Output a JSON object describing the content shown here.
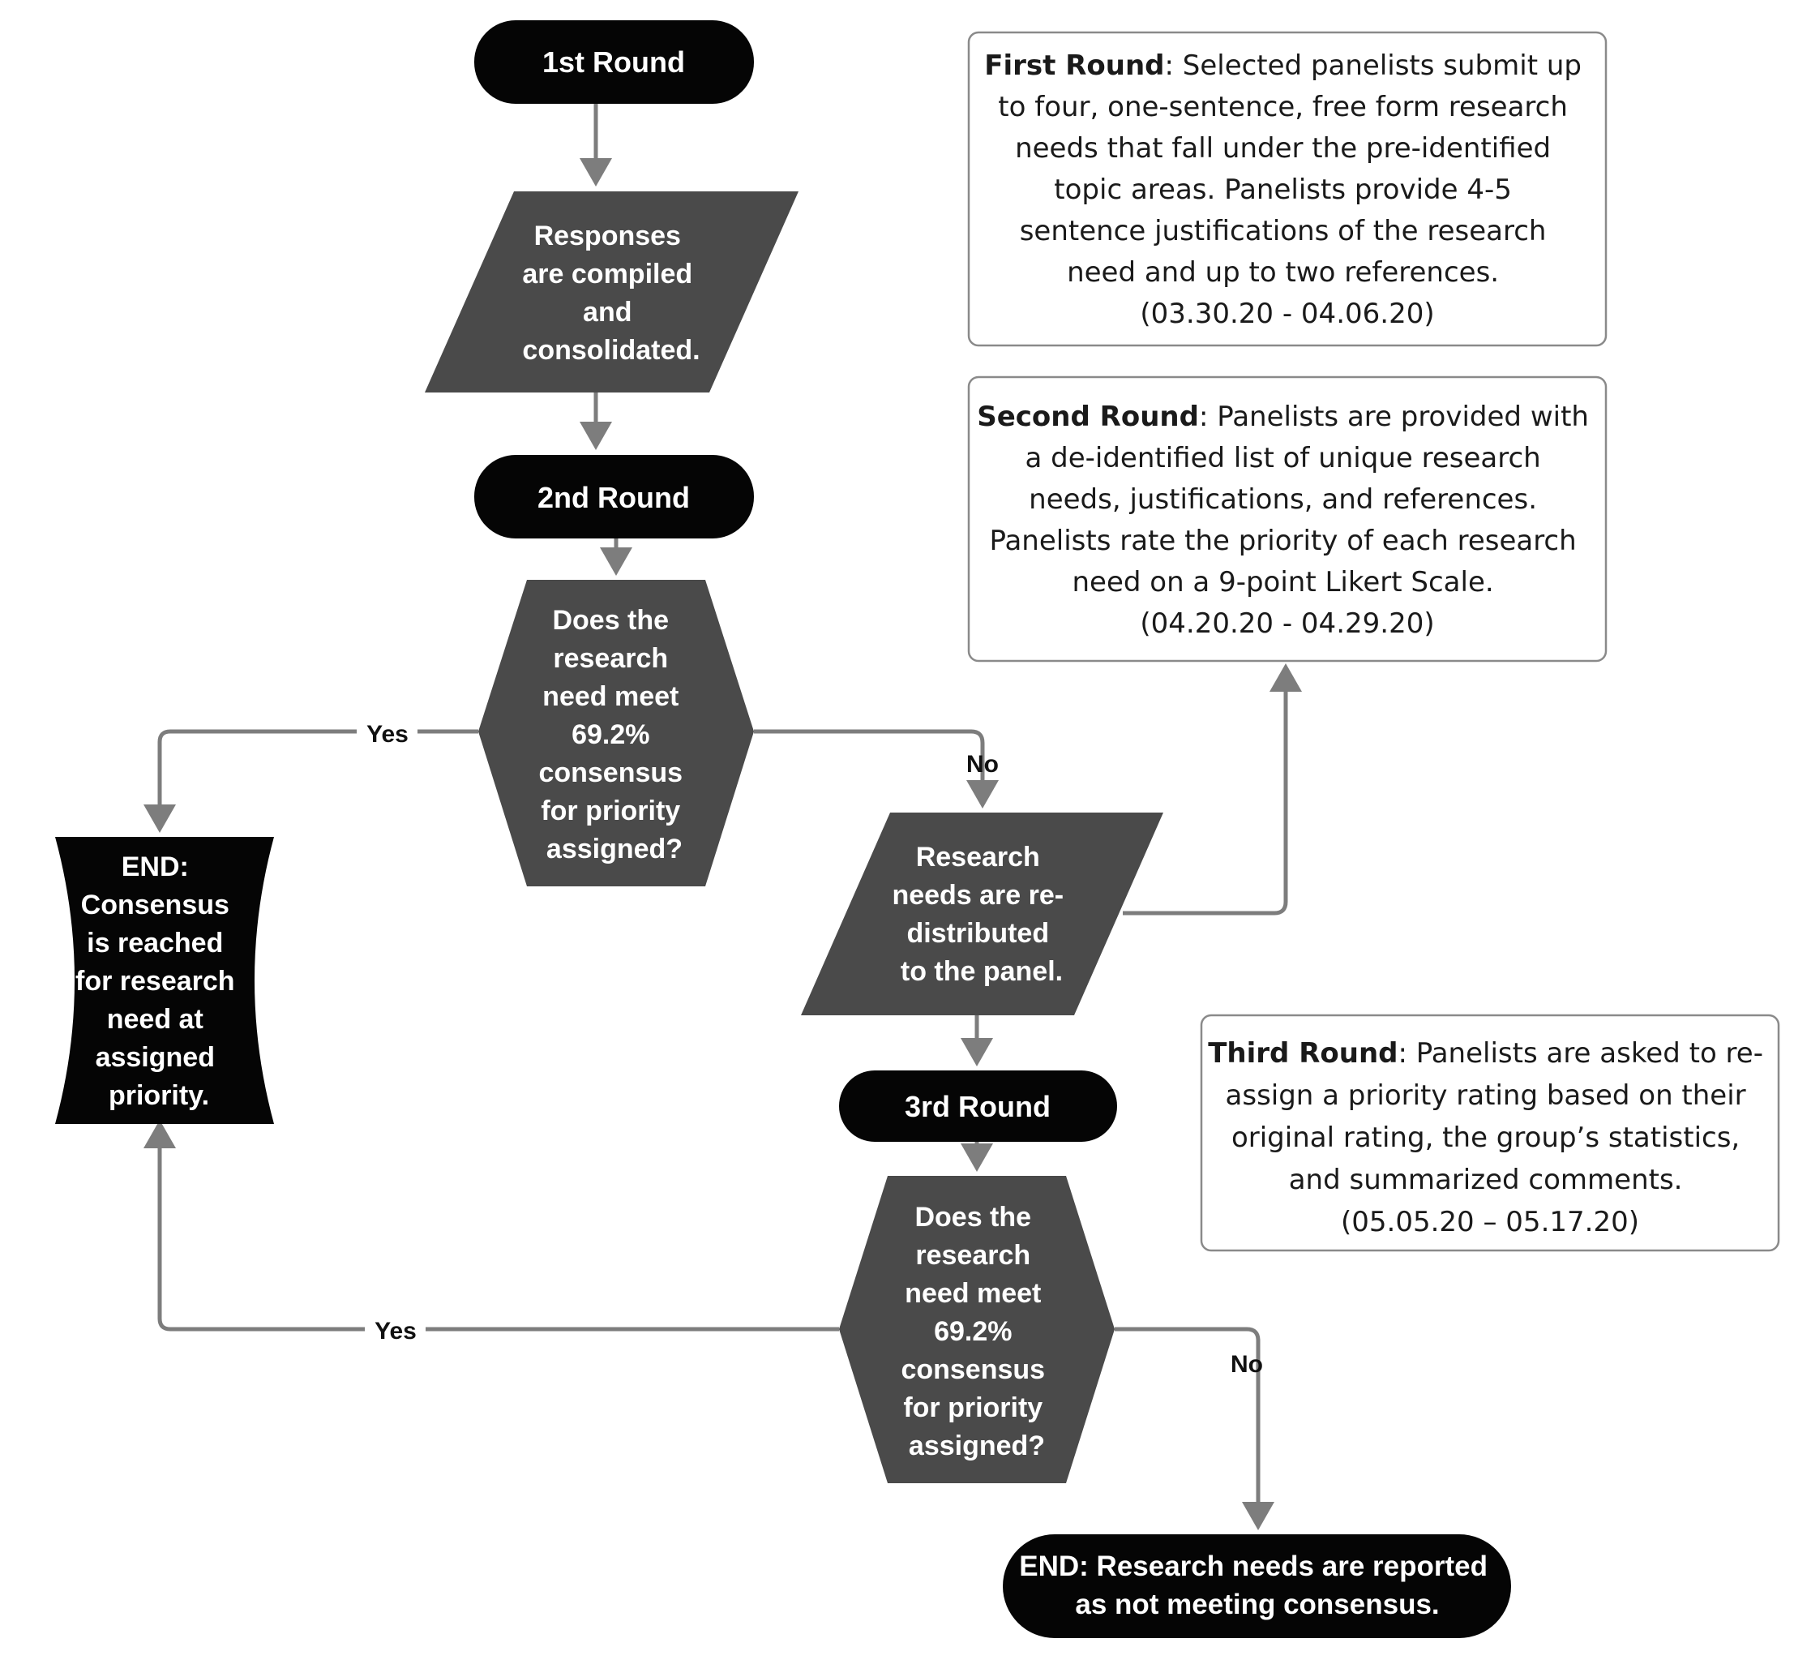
{
  "nodes": {
    "round1": {
      "text": "1st Round"
    },
    "compile": {
      "lines": [
        "Responses",
        "are compiled",
        "and",
        "consolidated."
      ]
    },
    "round2": {
      "text": "2nd Round"
    },
    "decision1": {
      "lines": [
        "Does the",
        "research",
        "need meet",
        "69.2%",
        "consensus",
        "for priority",
        "assigned?"
      ]
    },
    "end_consensus": {
      "lines": [
        "END:",
        "Consensus",
        "is reached",
        "for research",
        "need at",
        "assigned",
        "priority."
      ]
    },
    "redistribute": {
      "lines": [
        "Research",
        "needs are re-",
        "distributed",
        "to the panel."
      ]
    },
    "round3": {
      "text": "3rd Round"
    },
    "decision2": {
      "lines": [
        "Does the",
        "research",
        "need meet",
        "69.2%",
        "consensus",
        "for priority",
        "assigned?"
      ]
    },
    "end_no_consensus": {
      "lines": [
        "END: Research needs are reported",
        "as not meeting consensus."
      ]
    }
  },
  "edge_labels": {
    "d1_yes": "Yes",
    "d1_no": "No",
    "d2_yes": "Yes",
    "d2_no": "No"
  },
  "notes": {
    "first": {
      "heading": "First Round",
      "lines": [
        ": Selected panelists submit up",
        "to four, one-sentence, free form research",
        "needs that fall under the pre-identified",
        "topic areas. Panelists provide 4-5",
        "sentence justifications of the research",
        "need and up to two references.",
        "(03.30.20 - 04.06.20)"
      ]
    },
    "second": {
      "heading": "Second Round",
      "lines": [
        ": Panelists are provided with",
        "a de-identified list of unique research",
        "needs, justifications, and references.",
        "Panelists rate the priority of each research",
        "need on a 9-point Likert Scale.",
        "(04.20.20 - 04.29.20)"
      ]
    },
    "third": {
      "heading": "Third Round",
      "lines": [
        ": Panelists are asked to re-",
        "assign a priority rating based on their",
        "original rating, the group’s statistics,",
        "and summarized comments.",
        "(05.05.20 – 05.17.20)"
      ]
    }
  },
  "colors": {
    "terminator": "#050505",
    "process": "#4a4a4a",
    "edge": "#7d7d7d",
    "note_border": "#8a8a8a"
  }
}
